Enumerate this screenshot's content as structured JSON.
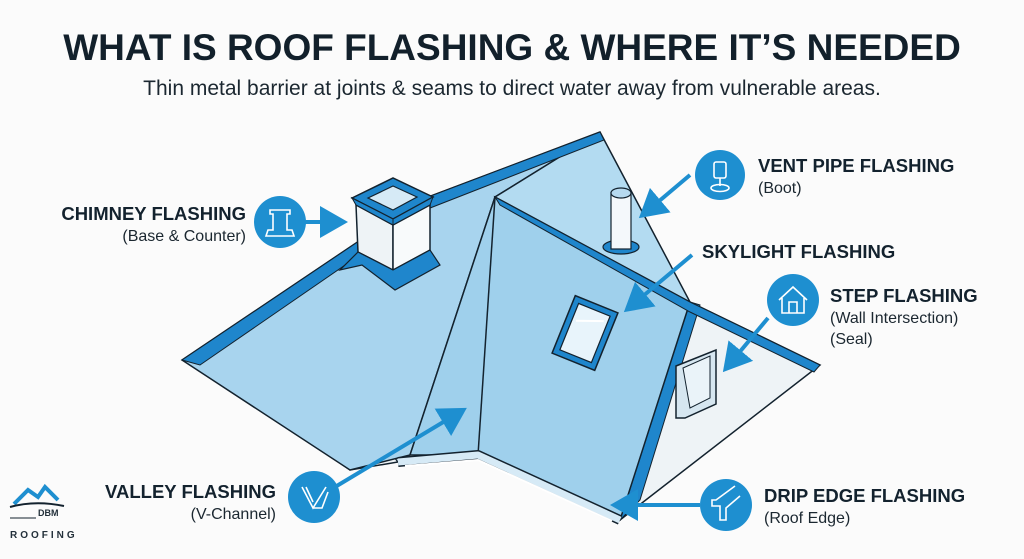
{
  "header": {
    "title": "WHAT IS ROOF FLASHING & WHERE IT’S NEEDED",
    "subtitle": "Thin metal barrier at joints & seams to direct water away from vulnerable areas."
  },
  "callouts": [
    {
      "id": "chimney",
      "title": "CHIMNEY FLASHING",
      "details": [
        "(Base & Counter)"
      ],
      "icon": "chimney-icon"
    },
    {
      "id": "vent-pipe",
      "title": "VENT PIPE FLASHING",
      "details": [
        "(Boot)"
      ],
      "icon": "vent-pipe-icon"
    },
    {
      "id": "skylight",
      "title": "SKYLIGHT FLASHING",
      "details": [],
      "icon": null
    },
    {
      "id": "step",
      "title": "STEP FLASHING",
      "details": [
        "(Wall Intersection)",
        "(Seal)"
      ],
      "icon": "house-icon"
    },
    {
      "id": "valley",
      "title": "VALLEY FLASHING",
      "details": [
        "(V-Channel)"
      ],
      "icon": "v-channel-icon"
    },
    {
      "id": "drip-edge",
      "title": "DRIP EDGE FLASHING",
      "details": [
        "(Roof Edge)"
      ],
      "icon": "drip-edge-icon"
    }
  ],
  "logo": {
    "brand": "DBM",
    "word": "ROOFING"
  },
  "colors": {
    "accent": "#1e8fd0",
    "roof": "#a8d4ee",
    "roof_dark": "#1f86cc",
    "outline": "#13222e",
    "gable": "#eef3f6"
  }
}
